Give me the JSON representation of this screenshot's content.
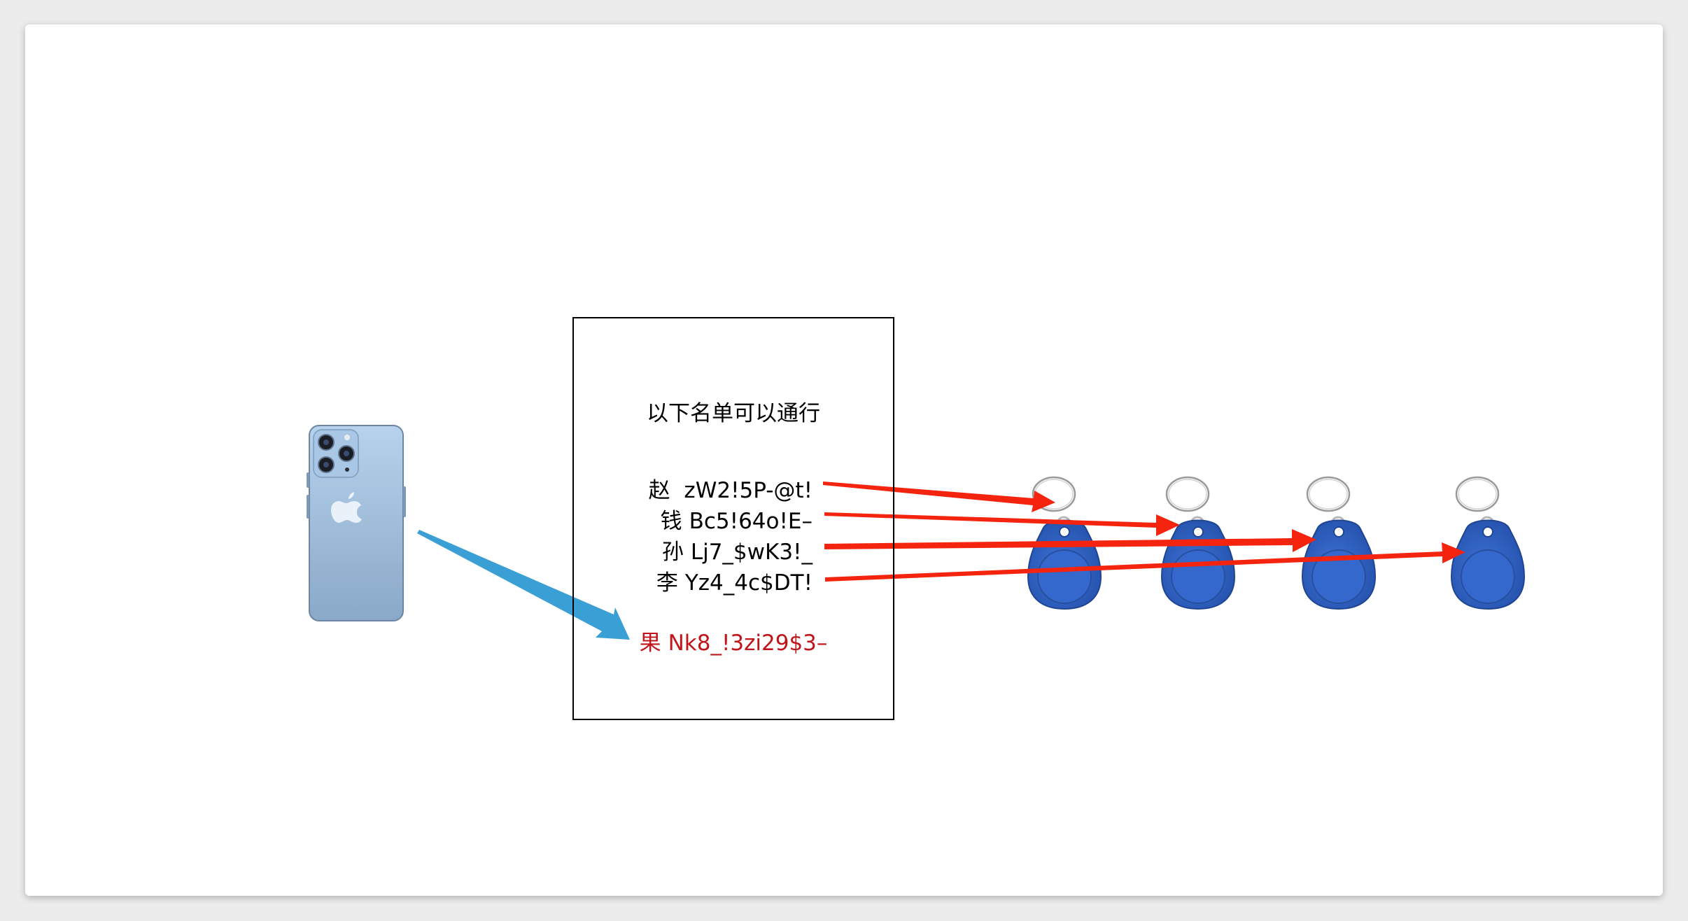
{
  "access_list": {
    "title": "以下名单可以通行",
    "entries": [
      {
        "name": "赵",
        "code": " zW2!5P-@t!"
      },
      {
        "name": "钱",
        "code": "Bc5!64o!E–"
      },
      {
        "name": "孙",
        "code": "Lj7_$wK3!_"
      },
      {
        "name": "李",
        "code": "Yz4_4c$DT!"
      }
    ],
    "highlight": {
      "name": "果",
      "code": "Nk8_!3zi29$3–"
    }
  },
  "colors": {
    "highlight_text": "#c0151a",
    "list_arrow": "#f5240e",
    "phone_arrow": "#3a9fd4",
    "fob_blue": "#2f5fbf",
    "phone_body": "#9fbfdc"
  },
  "icons": {
    "phone": "smartphone-icon",
    "fob": "rfid-key-fob-icon",
    "apple_logo": "apple-logo-icon"
  }
}
